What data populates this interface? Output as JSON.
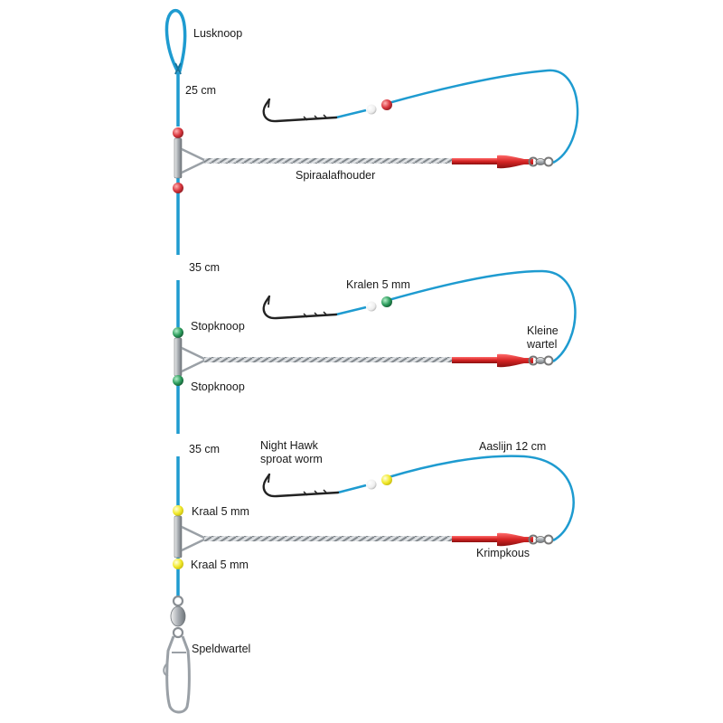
{
  "labels": {
    "lusknoop": "Lusknoop",
    "dist_1": "25 cm",
    "spiraalafhouder": "Spiraalafhouder",
    "dist_2": "35 cm",
    "kralen": "Kralen 5 mm",
    "stopknoop_1": "Stopknoop",
    "stopknoop_2": "Stopknoop",
    "kleine_wartel_1": "Kleine",
    "kleine_wartel_2": "wartel",
    "dist_3": "35 cm",
    "night_hawk_1": "Night Hawk",
    "night_hawk_2": "sproat worm",
    "aaslijn": "Aaslijn 12 cm",
    "kraal_1": "Kraal 5 mm",
    "kraal_2": "Kraal 5 mm",
    "krimpkous": "Krimpkous",
    "speldwartel": "Speldwartel"
  },
  "colors": {
    "line": "#1e9bd0",
    "bead_red": "#d9363e",
    "bead_green": "#2e9e5e",
    "bead_yellow": "#f2ea2c",
    "bead_white": "#eeeeee",
    "shrink_tube": "#d42323",
    "steel": "#9aa0a6",
    "hook": "#222222"
  }
}
